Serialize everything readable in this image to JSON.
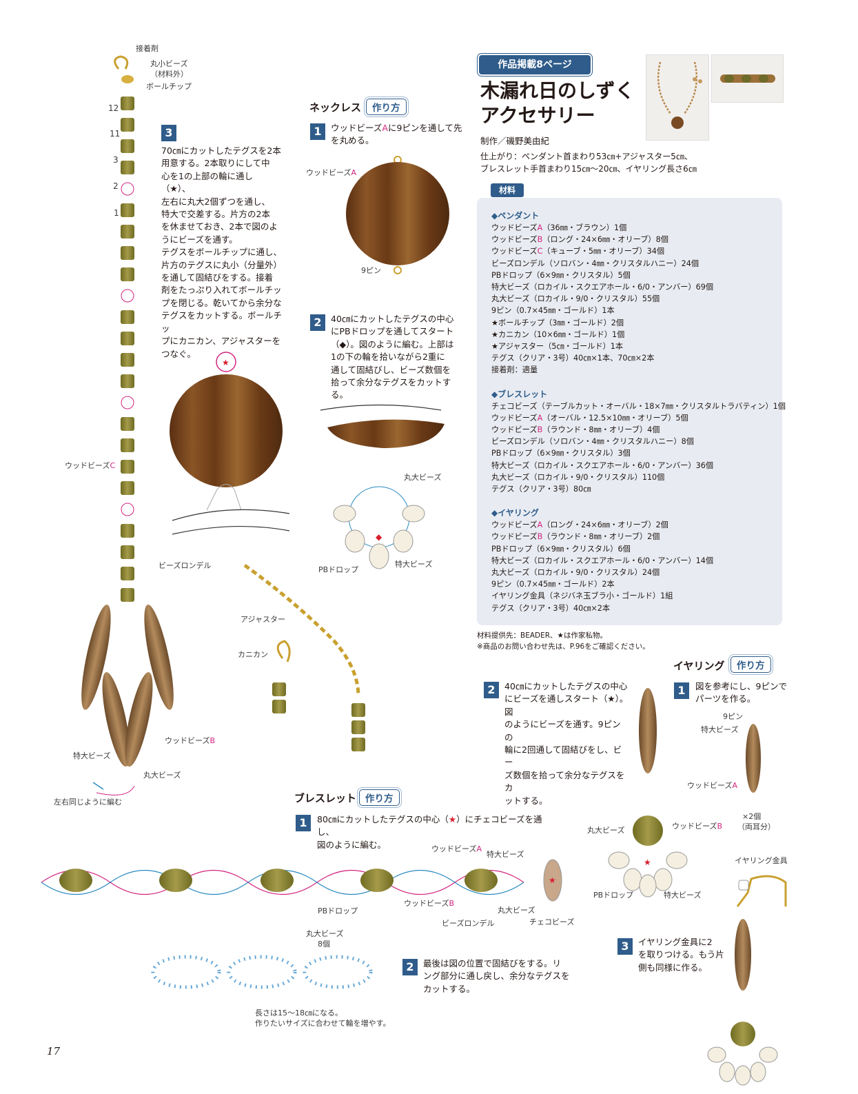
{
  "header": {
    "badge": "作品掲載8ページ",
    "title_line1": "木漏れ日のしずく",
    "title_line2": "アクセサリー",
    "author": "制作／磯野美由紀",
    "finish_line1": "仕上がり：ペンダント首まわり53㎝+アジャスター5㎝、",
    "finish_line2": "ブレスレット手首まわり15㎝～20㎝、イヤリング長さ6㎝"
  },
  "materials": {
    "tab": "材料",
    "pendant": {
      "title": "◆ペンダント",
      "items": [
        [
          "ウッドビーズ",
          "A",
          "（36㎜・ブラウン）1個"
        ],
        [
          "ウッドビーズ",
          "B",
          "（ロング・24×6㎜・オリーブ）8個"
        ],
        [
          "ウッドビーズ",
          "C",
          "（キューブ・5㎜・オリーブ）34個"
        ],
        [
          "ビーズロンデル（ソロバン・4㎜・クリスタルハニー）24個",
          "",
          ""
        ],
        [
          "PBドロップ（6×9㎜・クリスタル）5個",
          "",
          ""
        ],
        [
          "特大ビーズ（ロカイル・スクエアホール・6/0・アンバー）69個",
          "",
          ""
        ],
        [
          "丸大ビーズ（ロカイル・9/0・クリスタル）55個",
          "",
          ""
        ],
        [
          "9ピン（0.7×45㎜・ゴールド）1本",
          "",
          ""
        ],
        [
          "★ボールチップ（3㎜・ゴールド）2個",
          "",
          ""
        ],
        [
          "★カニカン（10×6㎜・ゴールド）1個",
          "",
          ""
        ],
        [
          "★アジャスター（5㎝・ゴールド）1本",
          "",
          ""
        ],
        [
          "テグス（クリア・3号）40㎝×1本、70㎝×2本",
          "",
          ""
        ],
        [
          "接着剤：適量",
          "",
          ""
        ]
      ]
    },
    "bracelet": {
      "title": "◆ブレスレット",
      "items": [
        [
          "チェコビーズ（テーブルカット・オーバル・18×7㎜・クリスタルトラバティン）1個",
          "",
          ""
        ],
        [
          "ウッドビーズ",
          "A",
          "（オーバル・12.5×10㎜・オリーブ）5個"
        ],
        [
          "ウッドビーズ",
          "B",
          "（ラウンド・8㎜・オリーブ）4個"
        ],
        [
          "ビーズロンデル（ソロバン・4㎜・クリスタルハニー）8個",
          "",
          ""
        ],
        [
          "PBドロップ（6×9㎜・クリスタル）3個",
          "",
          ""
        ],
        [
          "特大ビーズ（ロカイル・スクエアホール・6/0・アンバー）36個",
          "",
          ""
        ],
        [
          "丸大ビーズ（ロカイル・9/0・クリスタル）110個",
          "",
          ""
        ],
        [
          "テグス（クリア・3号）80㎝",
          "",
          ""
        ]
      ]
    },
    "earring": {
      "title": "◆イヤリング",
      "items": [
        [
          "ウッドビーズ",
          "A",
          "（ロング・24×6㎜・オリーブ）2個"
        ],
        [
          "ウッドビーズ",
          "B",
          "（ラウンド・8㎜・オリーブ）2個"
        ],
        [
          "PBドロップ（6×9㎜・クリスタル）6個",
          "",
          ""
        ],
        [
          "特大ビーズ（ロカイル・スクエアホール・6/0・アンバー）14個",
          "",
          ""
        ],
        [
          "丸大ビーズ（ロカイル・9/0・クリスタル）24個",
          "",
          ""
        ],
        [
          "9ピン（0.7×45㎜・ゴールド）2本",
          "",
          ""
        ],
        [
          "イヤリング金具（ネジバネ玉ブラ小・ゴールド）1組",
          "",
          ""
        ],
        [
          "テグス（クリア・3号）40㎝×2本",
          "",
          ""
        ]
      ]
    },
    "note1": "材料提供先：BEADER、★は作家私物。",
    "note2": "※商品のお問い合わせ先は、P.96をご確認ください。"
  },
  "necklace": {
    "title": "ネックレス",
    "howto": "作り方",
    "step1": {
      "num": "1",
      "text_a": "ウッドビーズ",
      "text_m": "A",
      "text_b": "に9ピンを通して先",
      "text_c": "を丸める。"
    },
    "step2": {
      "num": "2",
      "lines": [
        "40㎝にカットしたテグスの中心",
        "にPBドロップを通してスタート",
        "（◆）。図のように編む。上部は",
        "1の下の輪を拾いながら2重に",
        "通して固結びし、ビーズ数個を",
        "拾って余分なテグスをカットする。"
      ]
    },
    "step3": {
      "num": "3",
      "lines": [
        "70㎝にカットしたテグスを2本",
        "用意する。2本取りにして中",
        "心を1の上部の輪に通し（★）、",
        "左右に丸大2個ずつを通し、",
        "特大で交差する。片方の2本",
        "を休ませておき、2本で図のよ",
        "うにビーズを通す。",
        "テグスをボールチップに通し、",
        "片方のテグスに丸小（分量外）",
        "を通して固結びをする。接着",
        "剤をたっぷり入れてボールチッ",
        "プを閉じる。乾いてから余分な",
        "テグスをカットする。ボールチッ",
        "プにカニカン、アジャスターを",
        "つなぐ。"
      ]
    }
  },
  "labels": {
    "glue": "接着剤",
    "small_round": "丸小ビーズ",
    "small_round_sub": "（材料外）",
    "ball_tip": "ボールチップ",
    "count_12": "12",
    "count_11": "11",
    "count_3": "3",
    "count_2": "2",
    "count_1": "1",
    "wood_a_prefix": "ウッドビーズ",
    "wood_a_letter": "A",
    "nine_pin": "9ピン",
    "wood_c_prefix": "ウッドビーズ",
    "wood_c_letter": "C",
    "rondel": "ビーズロンデル",
    "wood_b_prefix": "ウッドビーズ",
    "wood_b_letter": "B",
    "xl_bead": "特大ビーズ",
    "round_bead": "丸大ビーズ",
    "same_both": "左右同じように編む",
    "pb_drop": "PBドロップ",
    "adjuster": "アジャスター",
    "lobster": "カニカン",
    "czech": "チェコビーズ",
    "round_8": "丸大ビーズ",
    "round_8_count": "8個",
    "length_note1": "長さは15～18㎝になる。",
    "length_note2": "作りたいサイズに合わせて輪を増やす。",
    "earring_fitting": "イヤリング金具",
    "x2": "×2個",
    "both_ears": "（両耳分）"
  },
  "bracelet": {
    "title": "ブレスレット",
    "howto": "作り方",
    "step1": {
      "num": "1",
      "text_a": "80㎝にカットしたテグスの中心（",
      "text_star": "★",
      "text_b": "）にチェコビーズを通し、",
      "text_c": "図のように編む。"
    },
    "step2": {
      "num": "2",
      "lines": [
        "最後は図の位置で固結びをする。リ",
        "ング部分に通し戻し、余分なテグスを",
        "カットする。"
      ]
    }
  },
  "earring": {
    "title": "イヤリング",
    "howto": "作り方",
    "step1": {
      "num": "1",
      "lines": [
        "図を参考にし、9ピンで",
        "パーツを作る。"
      ]
    },
    "step2": {
      "num": "2",
      "lines": [
        "40㎝にカットしたテグスの中心",
        "にビーズを通しスタート（★）。図",
        "のようにビーズを通す。9ピンの",
        "輪に2回通して固結びをし、ビー",
        "ズ数個を拾って余分なテグスをカ",
        "ットする。"
      ]
    },
    "step3": {
      "num": "3",
      "lines": [
        "イヤリング金具に2",
        "を取りつける。もう片",
        "側も同様に作る。"
      ]
    }
  },
  "page_number": "17",
  "colors": {
    "accent_blue": "#2f5c8a",
    "magenta": "#d2247f",
    "materials_bg": "#e8ecf2",
    "wood_brown": "#7a4a22",
    "olive": "#8a8a3a"
  }
}
